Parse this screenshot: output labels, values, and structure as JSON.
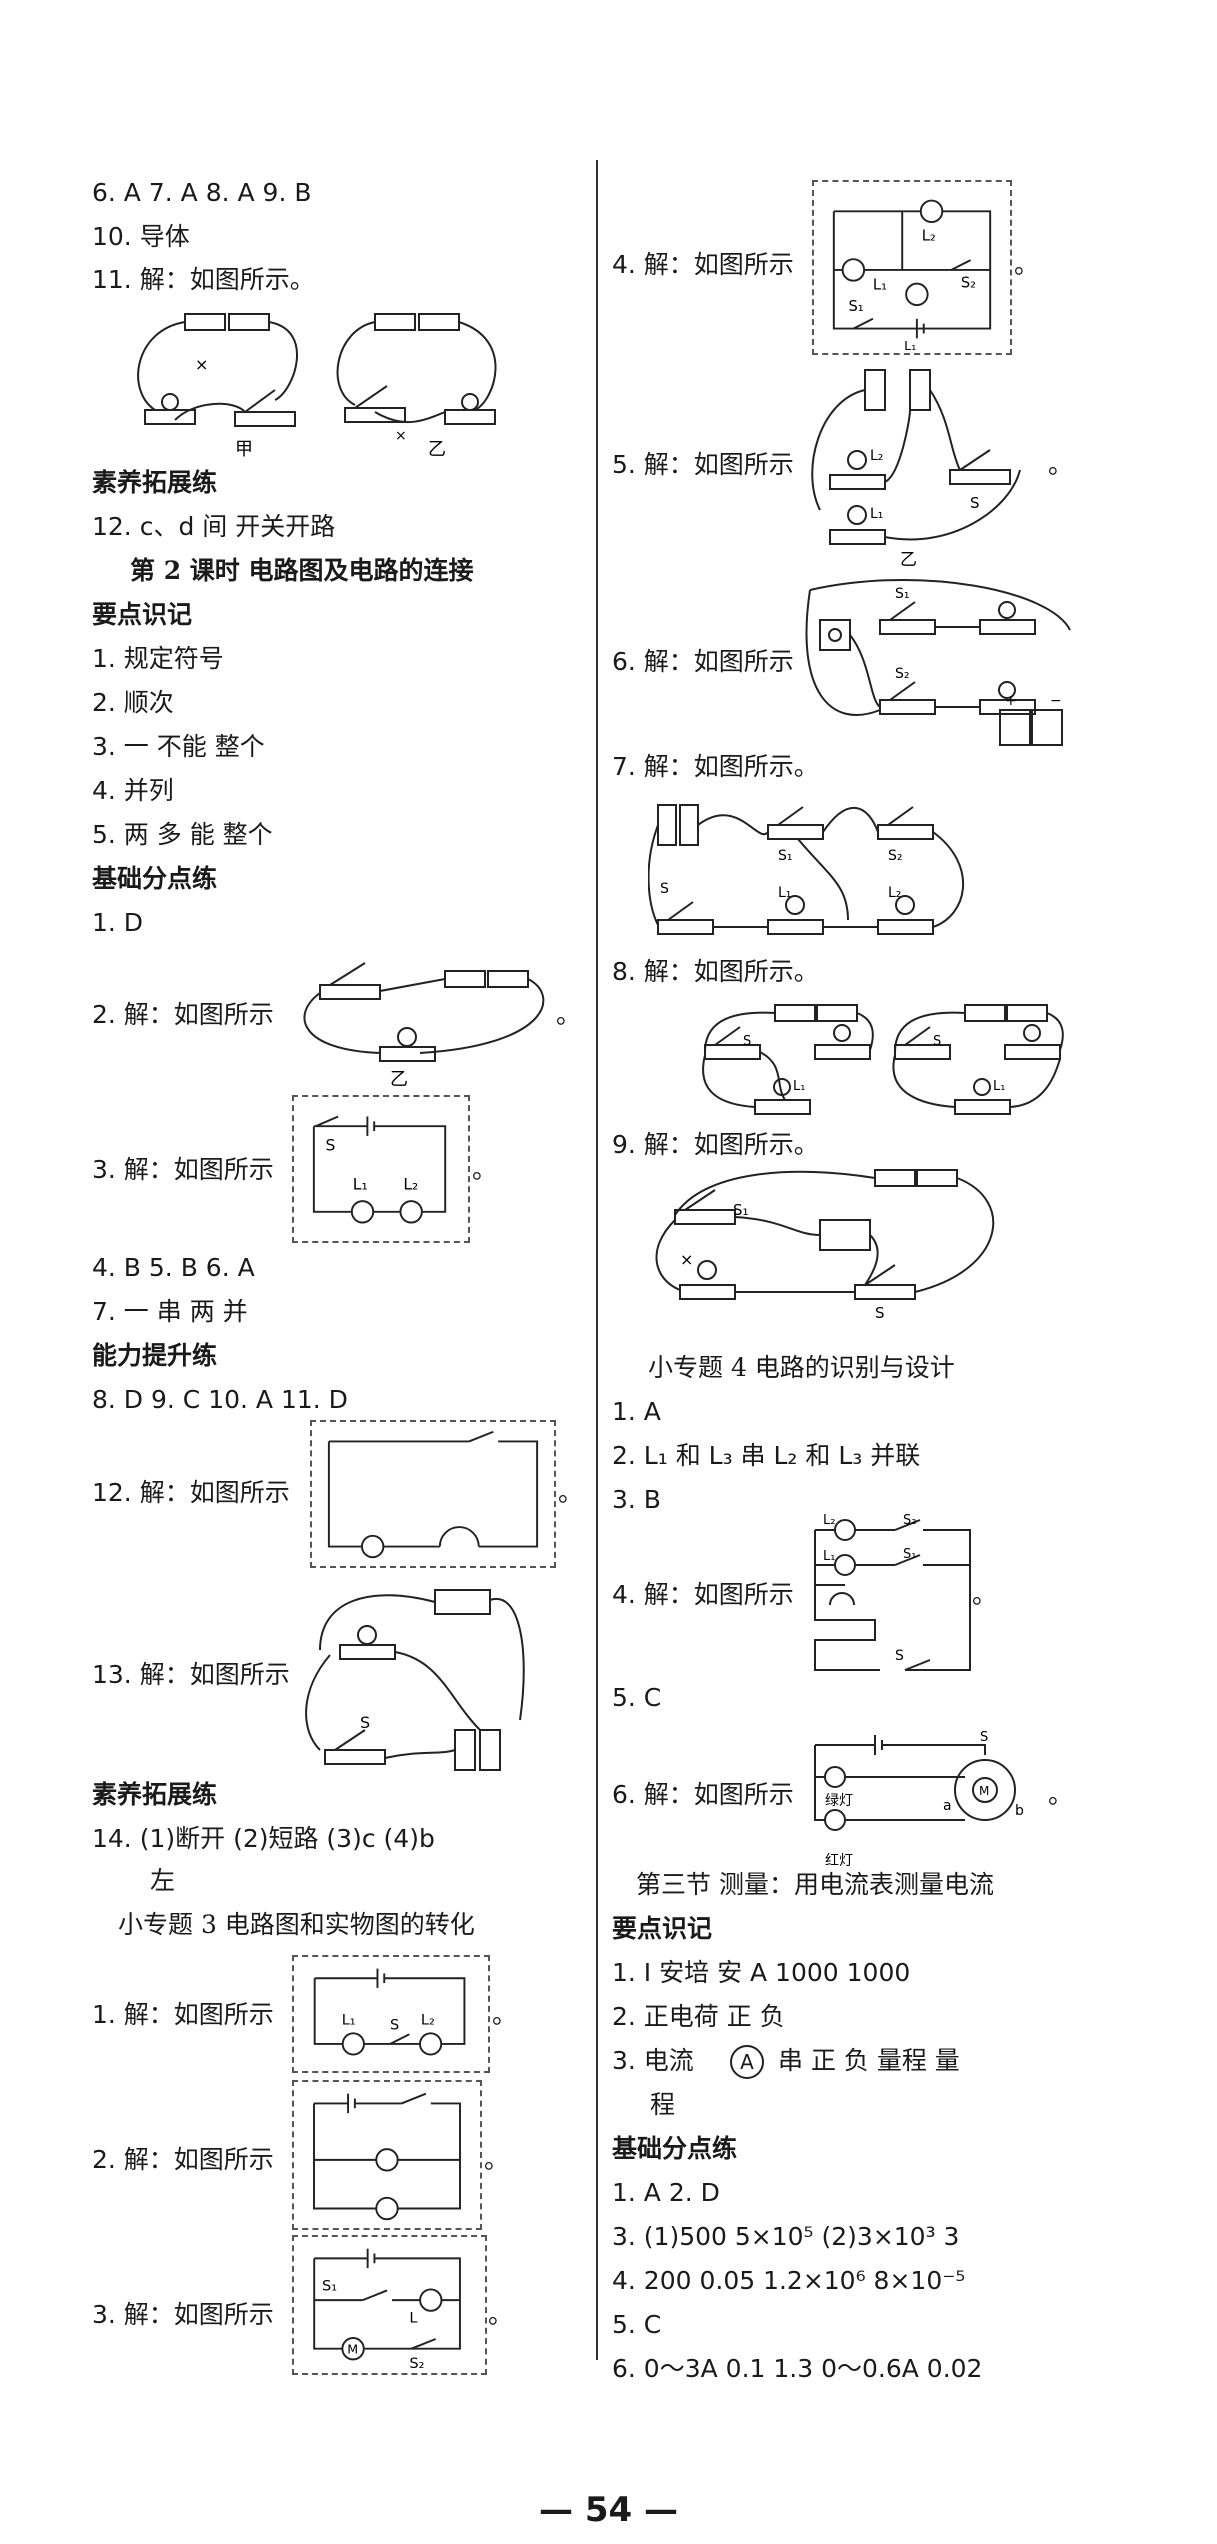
{
  "left": {
    "l1": "6. A   7. A   8. A   9. B",
    "l2": "10. 导体",
    "l3": "11. 解：如图所示。",
    "fig11_labels": [
      "甲",
      "乙"
    ],
    "h_suyang1": "素养拓展练",
    "l4": "12. c、d 间   开关开路",
    "lesson2_title": "第 2 课时   电路图及电路的连接",
    "h_yaodian": "要点识记",
    "y1": "1. 规定符号",
    "y2": "2. 顺次",
    "y3": "3. 一   不能   整个",
    "y4": "4. 并列",
    "y5": "5. 两   多   能   整个",
    "h_jichu": "基础分点练",
    "j1": "1. D",
    "j2": "2. 解：如图所示",
    "j2_label": "乙",
    "j3": "3. 解：如图所示",
    "j3_labels": [
      "S",
      "L₁",
      "L₂"
    ],
    "j4": "4. B   5. B   6. A",
    "j7": "7. 一   串   两   并",
    "h_nengli": "能力提升练",
    "n8": "8. D   9. C   10. A   11. D",
    "n12": "12. 解：如图所示",
    "n13": "13. 解：如图所示",
    "n13_label": "S",
    "h_suyang2": "素养拓展练",
    "s14": "14. (1)断开  (2)短路  (3)c  (4)b",
    "s14b": "左",
    "topic3_title": "小专题 3   电路图和实物图的转化",
    "t1": "1. 解：如图所示",
    "t1_labels": [
      "L₁",
      "S",
      "L₂"
    ],
    "t2": "2. 解：如图所示",
    "t3": "3. 解：如图所示",
    "t3_labels": [
      "S₁",
      "L",
      "M",
      "S₂"
    ]
  },
  "right": {
    "r4": "4. 解：如图所示",
    "r4_labels": [
      "L₂",
      "L₁",
      "S₂",
      "S₁",
      "L₁"
    ],
    "r5": "5. 解：如图所示",
    "r5_labels": [
      "L₂",
      "L₁",
      "S",
      "乙"
    ],
    "r6": "6. 解：如图所示",
    "r6_labels": [
      "S₁",
      "S₂",
      "+",
      "−"
    ],
    "r7": "7. 解：如图所示。",
    "r7_labels": [
      "S₁",
      "S",
      "L₁",
      "S₂",
      "L₂"
    ],
    "r8": "8. 解：如图所示。",
    "r8_labels": [
      "S",
      "L₁",
      "S",
      "L₁"
    ],
    "r9": "9. 解：如图所示。",
    "r9_labels": [
      "S₁",
      "S"
    ],
    "topic4_title": "小专题 4   电路的识别与设计",
    "q1": "1. A",
    "q2": "2. L₁ 和 L₃   串   L₂ 和 L₃   并联",
    "q3": "3. B",
    "q4": "4. 解：如图所示",
    "q4_labels": [
      "L₂",
      "S₂",
      "L₁",
      "S₁",
      "S"
    ],
    "q5": "5. C",
    "q6": "6. 解：如图所示",
    "q6_labels": [
      "S",
      "a",
      "M",
      "b",
      "绿灯",
      "红灯"
    ],
    "sec3_title": "第三节   测量：用电流表测量电流",
    "h_yaodian": "要点识记",
    "y1": "1. I   安培   安   A   1000   1000",
    "y2": "2. 正电荷   正   负",
    "y3a": "3. 电流",
    "y3_symbol": "A",
    "y3b": "串   正   负   量程   量",
    "y3c": "程",
    "h_jichu": "基础分点练",
    "b1": "1. A   2. D",
    "b3": "3. (1)500   5×10⁵   (2)3×10³   3",
    "b4": "4. 200   0.05   1.2×10⁶   8×10⁻⁵",
    "b5": "5. C",
    "b6": "6. 0～3A   0.1   1.3   0～0.6A   0.02"
  },
  "punct": "。",
  "page_number": "— 54 —"
}
